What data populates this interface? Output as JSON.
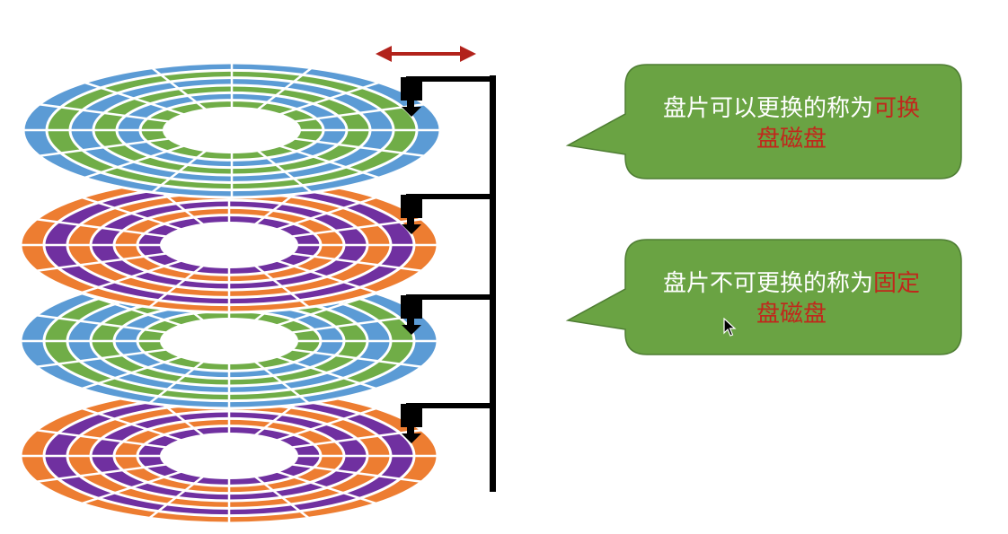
{
  "colors": {
    "blue": "#5b9bd5",
    "green": "#70ad47",
    "orange": "#ed7d31",
    "purple": "#7030a0",
    "arm": "#000000",
    "arrow": "#b2221b",
    "callout_fill": "#6aa343",
    "callout_stroke": "#4e7d33",
    "highlight_text": "#c0281c"
  },
  "platters": [
    {
      "outer": "blue",
      "rings": [
        "green",
        "blue",
        "green",
        "blue",
        "green"
      ]
    },
    {
      "outer": "orange",
      "rings": [
        "purple",
        "orange",
        "purple",
        "orange",
        "purple"
      ]
    },
    {
      "outer": "blue",
      "rings": [
        "green",
        "blue",
        "green",
        "blue",
        "green"
      ]
    },
    {
      "outer": "orange",
      "rings": [
        "purple",
        "orange",
        "purple",
        "orange",
        "purple"
      ]
    }
  ],
  "callouts": [
    {
      "text_line1": "盘片可以更换的称为",
      "highlight_line1": "可换",
      "highlight_line2": "盘磁盘"
    },
    {
      "text_line1": "盘片不可更换的称为",
      "highlight_line1": "固定",
      "highlight_line2": "盘磁盘"
    }
  ],
  "icons": [
    "double-arrow-icon",
    "read-write-head-icon",
    "mouse-cursor-icon"
  ]
}
